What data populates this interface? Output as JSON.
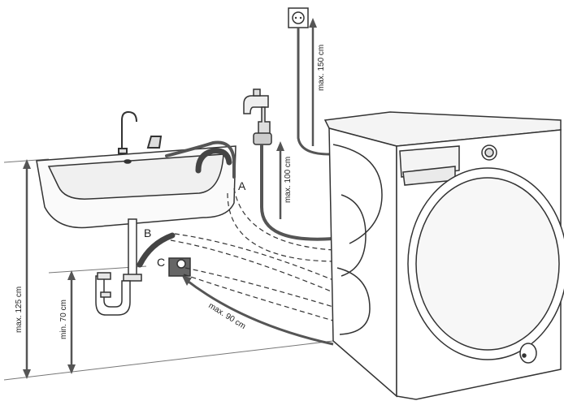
{
  "labels": {
    "point_a": "A",
    "point_b": "B",
    "point_c": "C"
  },
  "dimensions": {
    "sink_height_max": "max. 125 cm",
    "drain_height_min": "min. 70 cm",
    "floor_drain_distance_max": "max. 90 cm",
    "tap_height_max": "max. 100 cm",
    "socket_height_max": "max. 150 cm"
  },
  "colors": {
    "line": "#333333",
    "hose": "#555555",
    "panel_fill": "#ffffff",
    "shade": "#e6e6e6"
  }
}
